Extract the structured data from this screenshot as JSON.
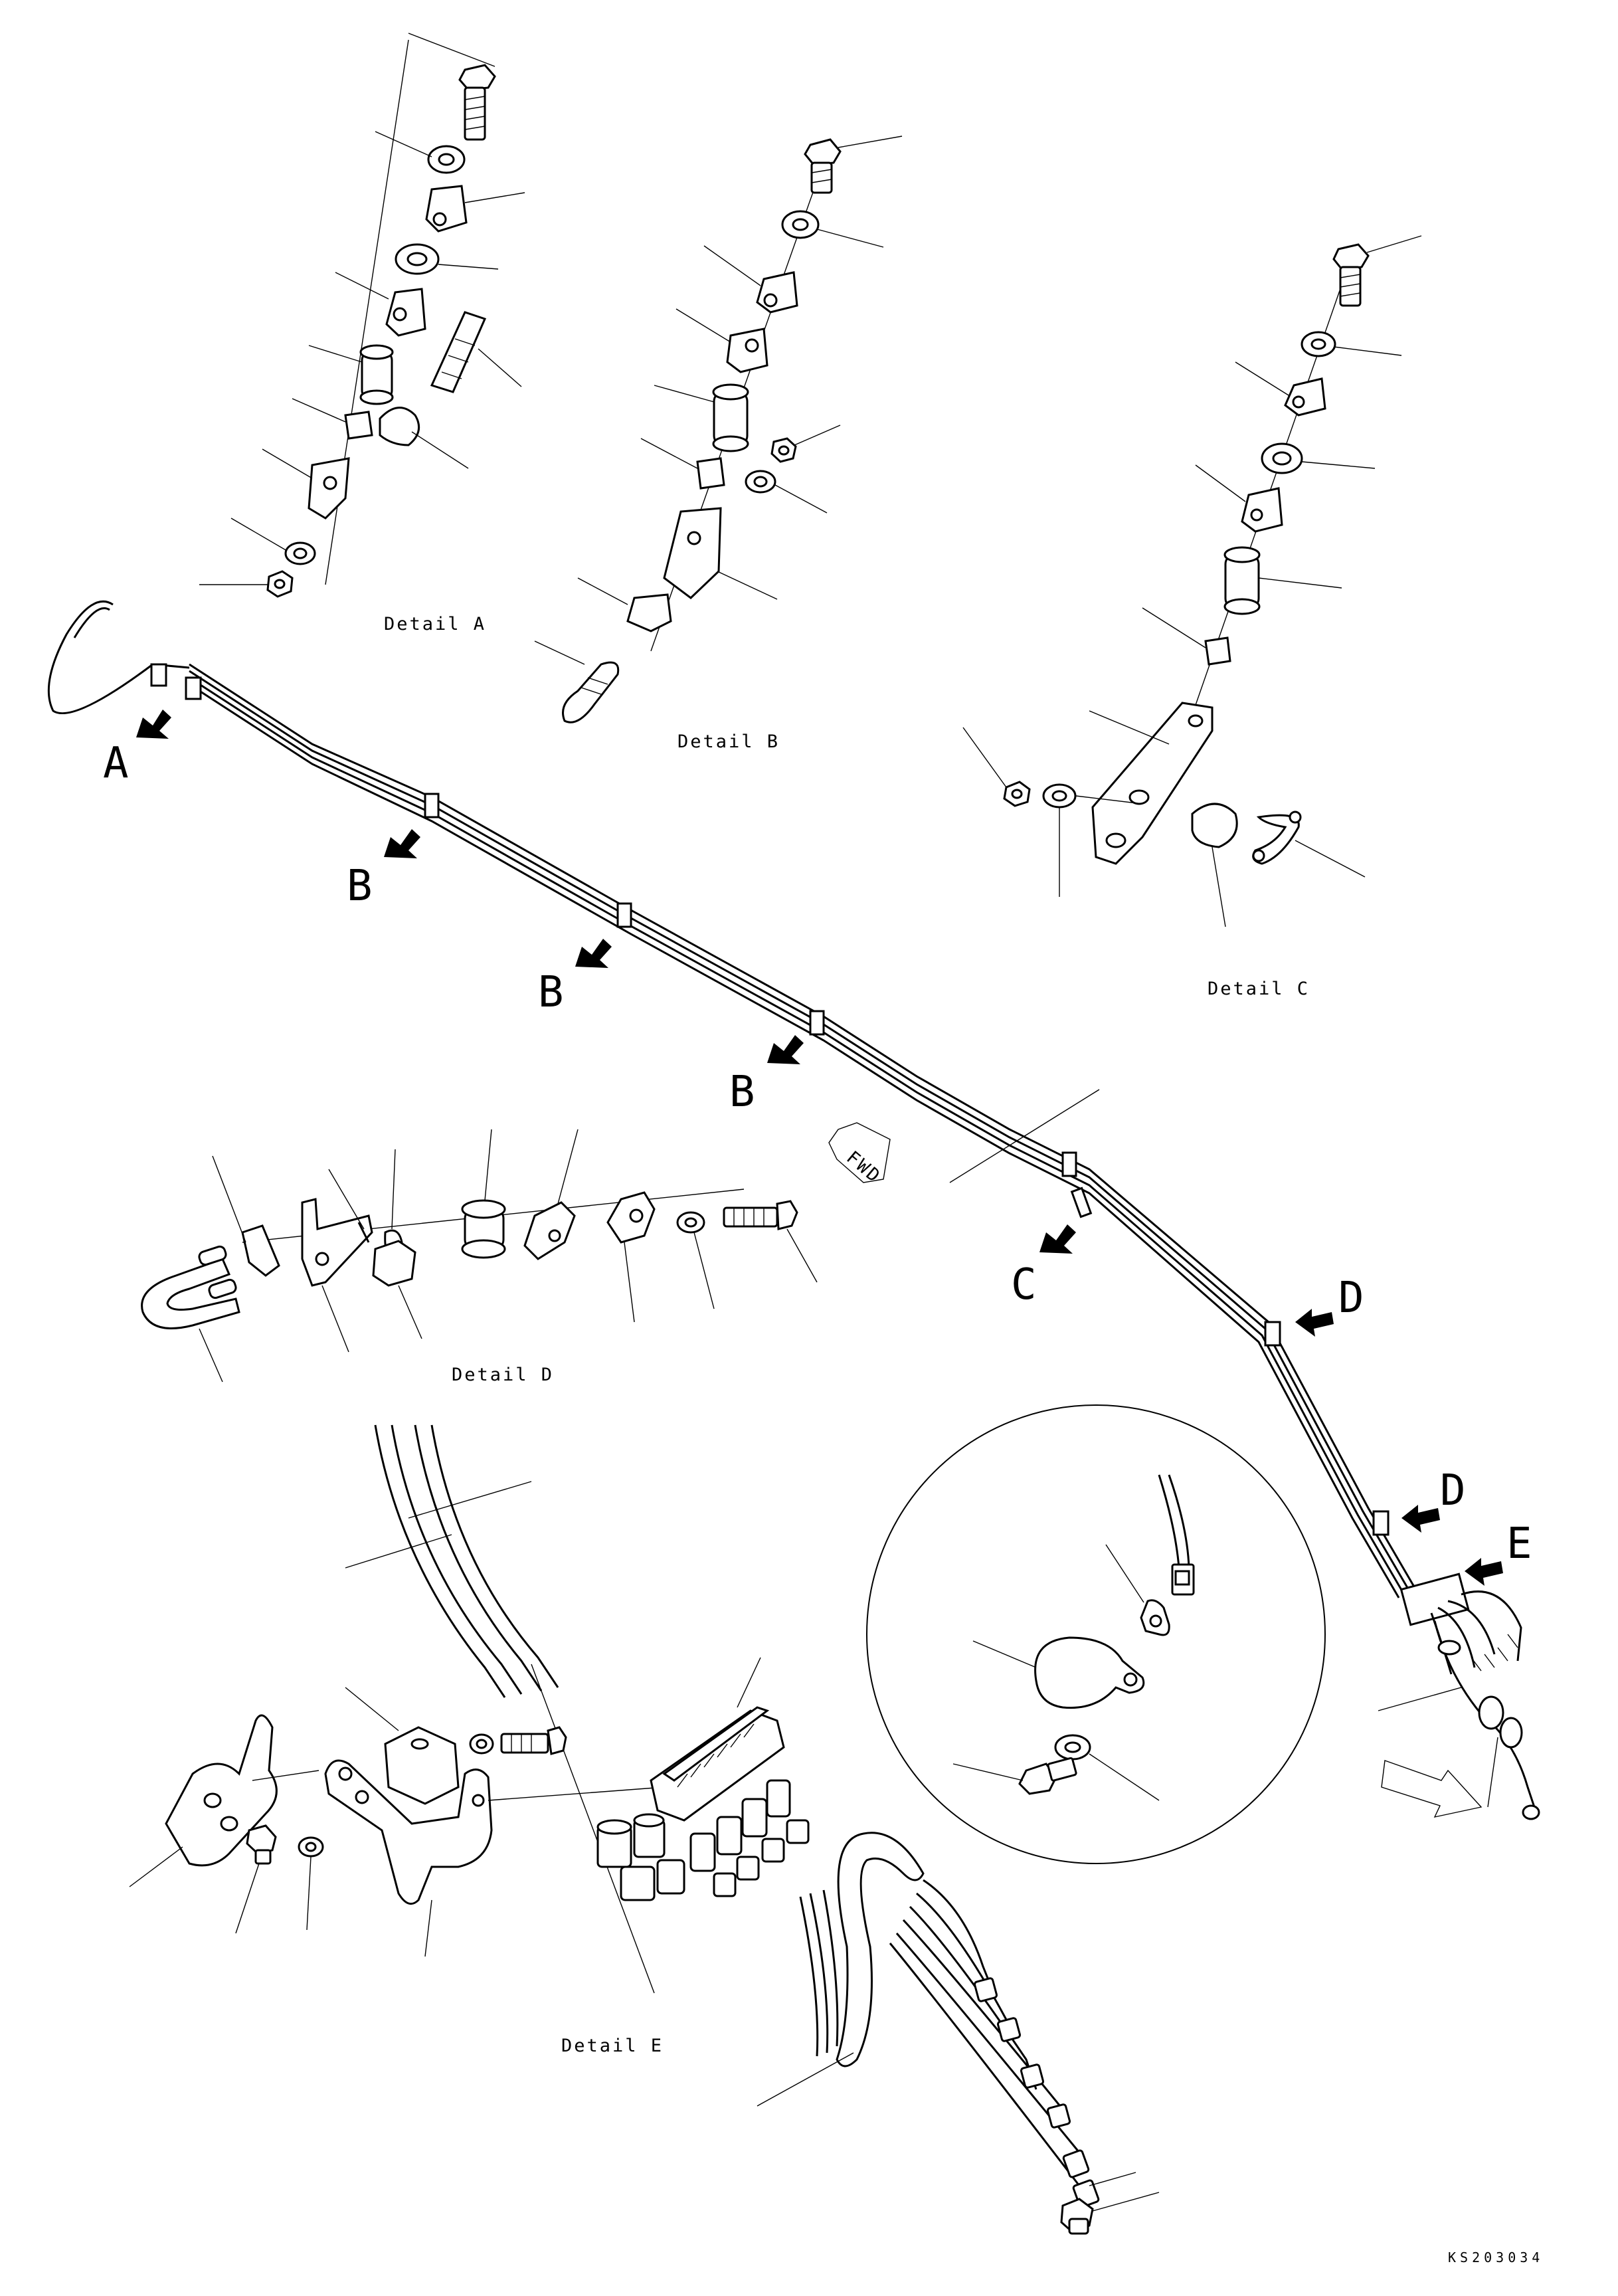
{
  "details": {
    "a": "Detail A",
    "b": "Detail B",
    "c": "Detail C",
    "d": "Detail D",
    "e": "Detail E"
  },
  "callouts": {
    "a": "A",
    "b1": "B",
    "b2": "B",
    "b3": "B",
    "c": "C",
    "d1": "D",
    "d2": "D",
    "e": "E"
  },
  "direction_label": "FWD",
  "drawing_code": "KS203034"
}
